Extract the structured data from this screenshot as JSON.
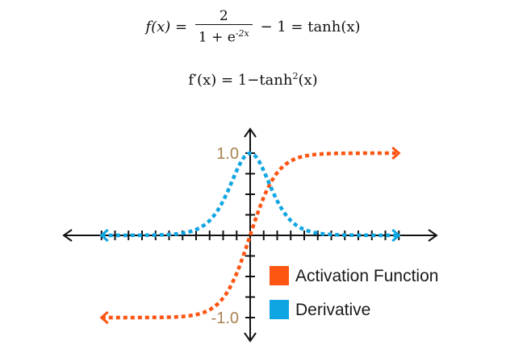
{
  "formula_1": {
    "lhs": "f(x)",
    "eq": "=",
    "numerator": "2",
    "denominator_base": "1 + e",
    "denominator_exp": "-2x",
    "tail": "− 1 = tanh(x)"
  },
  "formula_2": {
    "lhs": "f′(x) = 1−tanh",
    "sup": "2",
    "tail": "(x)"
  },
  "colors": {
    "activation": "#fd5512",
    "derivative": "#0ea5e2",
    "axis": "#111111",
    "tick_label": "#a8824f"
  },
  "chart_data": {
    "type": "line",
    "xlim": [
      -6,
      6
    ],
    "ylim": [
      -1.2,
      1.2
    ],
    "ytick_labels": [
      "1.0",
      "-1.0"
    ],
    "yticks": [
      1.0,
      -1.0
    ],
    "x_minor_ticks": [
      -5.5,
      -5,
      -4.5,
      -4,
      -3.5,
      -3,
      -2.5,
      -2,
      -1.5,
      -1,
      -0.5,
      0.5,
      1,
      1.5,
      2,
      2.5,
      3,
      3.5,
      4,
      4.5,
      5,
      5.5
    ],
    "series": [
      {
        "name": "Activation Function",
        "x": [
          -5.5,
          -5,
          -4.5,
          -4,
          -3.5,
          -3,
          -2.5,
          -2,
          -1.5,
          -1,
          -0.5,
          0,
          0.5,
          1,
          1.5,
          2,
          2.5,
          3,
          3.5,
          4,
          4.5,
          5,
          5.5
        ],
        "values": [
          -1.0,
          -1.0,
          -1.0,
          -0.999,
          -0.998,
          -0.995,
          -0.987,
          -0.964,
          -0.905,
          -0.762,
          -0.462,
          0.0,
          0.462,
          0.762,
          0.905,
          0.964,
          0.987,
          0.995,
          0.998,
          0.999,
          1.0,
          1.0,
          1.0
        ]
      },
      {
        "name": "Derivative",
        "x": [
          -5.5,
          -5,
          -4.5,
          -4,
          -3.5,
          -3,
          -2.5,
          -2,
          -1.5,
          -1,
          -0.5,
          0,
          0.5,
          1,
          1.5,
          2,
          2.5,
          3,
          3.5,
          4,
          4.5,
          5,
          5.5
        ],
        "values": [
          0.0,
          0.0,
          0.0,
          0.001,
          0.004,
          0.01,
          0.027,
          0.071,
          0.181,
          0.42,
          0.786,
          1.0,
          0.786,
          0.42,
          0.181,
          0.071,
          0.027,
          0.01,
          0.004,
          0.001,
          0.0,
          0.0,
          0.0
        ]
      }
    ],
    "legend": {
      "placement": "bottom-right",
      "items": [
        "Activation Function",
        "Derivative"
      ]
    }
  }
}
